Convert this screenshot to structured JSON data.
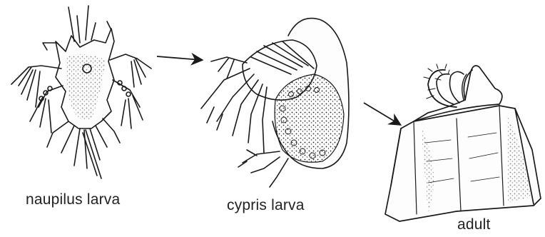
{
  "stages": [
    {
      "id": "naupilus",
      "label": "naupilus larva",
      "icon": "naupilus-larva-drawing"
    },
    {
      "id": "cypris",
      "label": "cypris larva",
      "icon": "cypris-larva-drawing"
    },
    {
      "id": "adult",
      "label": "adult",
      "icon": "adult-barnacle-drawing"
    }
  ],
  "arrows": [
    {
      "from": "naupilus",
      "to": "cypris"
    },
    {
      "from": "cypris",
      "to": "adult"
    }
  ],
  "colors": {
    "ink": "#1a1a1a",
    "background": "#ffffff"
  }
}
